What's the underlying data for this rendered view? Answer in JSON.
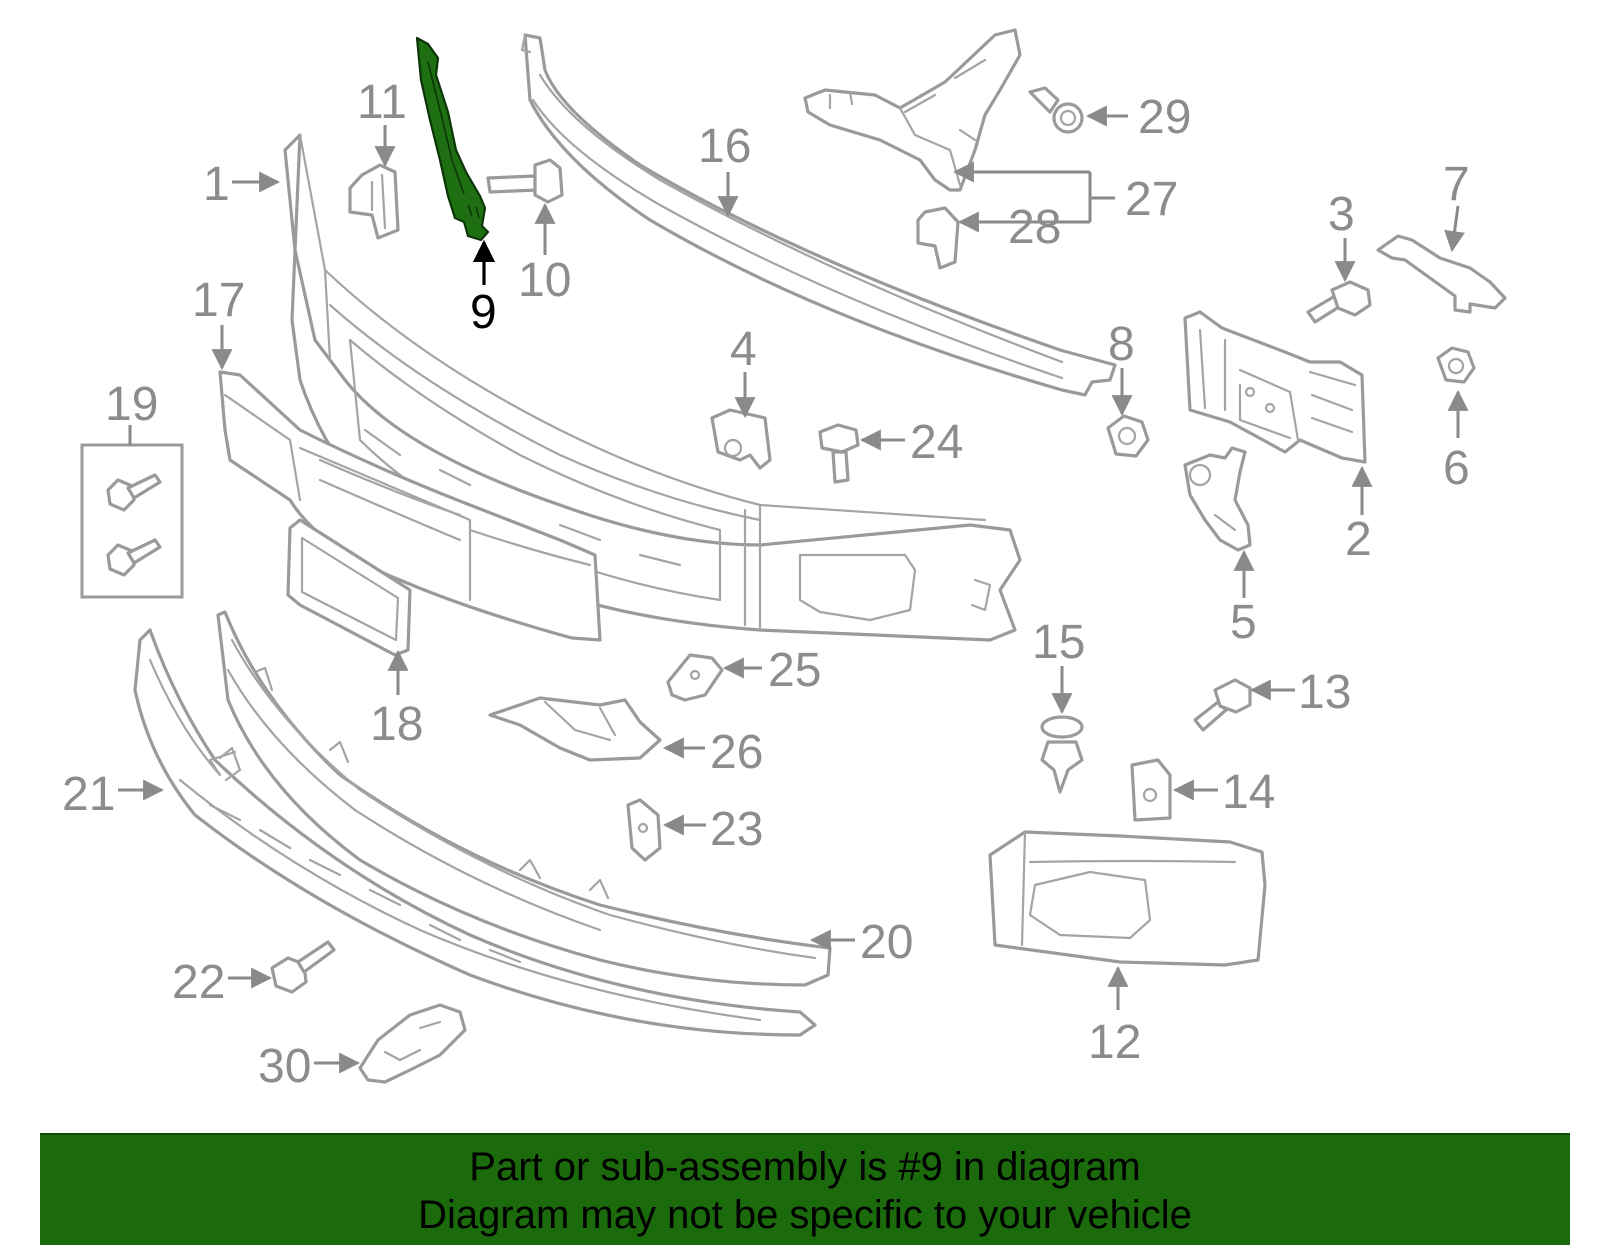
{
  "diagram": {
    "highlight_color": "#1e6e12",
    "banner_color": "#1b6b0c",
    "callouts": [
      "1",
      "2",
      "3",
      "4",
      "5",
      "6",
      "7",
      "8",
      "9",
      "10",
      "11",
      "12",
      "13",
      "14",
      "15",
      "16",
      "17",
      "18",
      "19",
      "20",
      "21",
      "22",
      "23",
      "24",
      "25",
      "26",
      "27",
      "28",
      "29",
      "30"
    ],
    "highlighted_callout": "9"
  },
  "banner": {
    "line1": "Part or sub-assembly is #9 in diagram",
    "line2": "Diagram may not be specific to your vehicle"
  }
}
